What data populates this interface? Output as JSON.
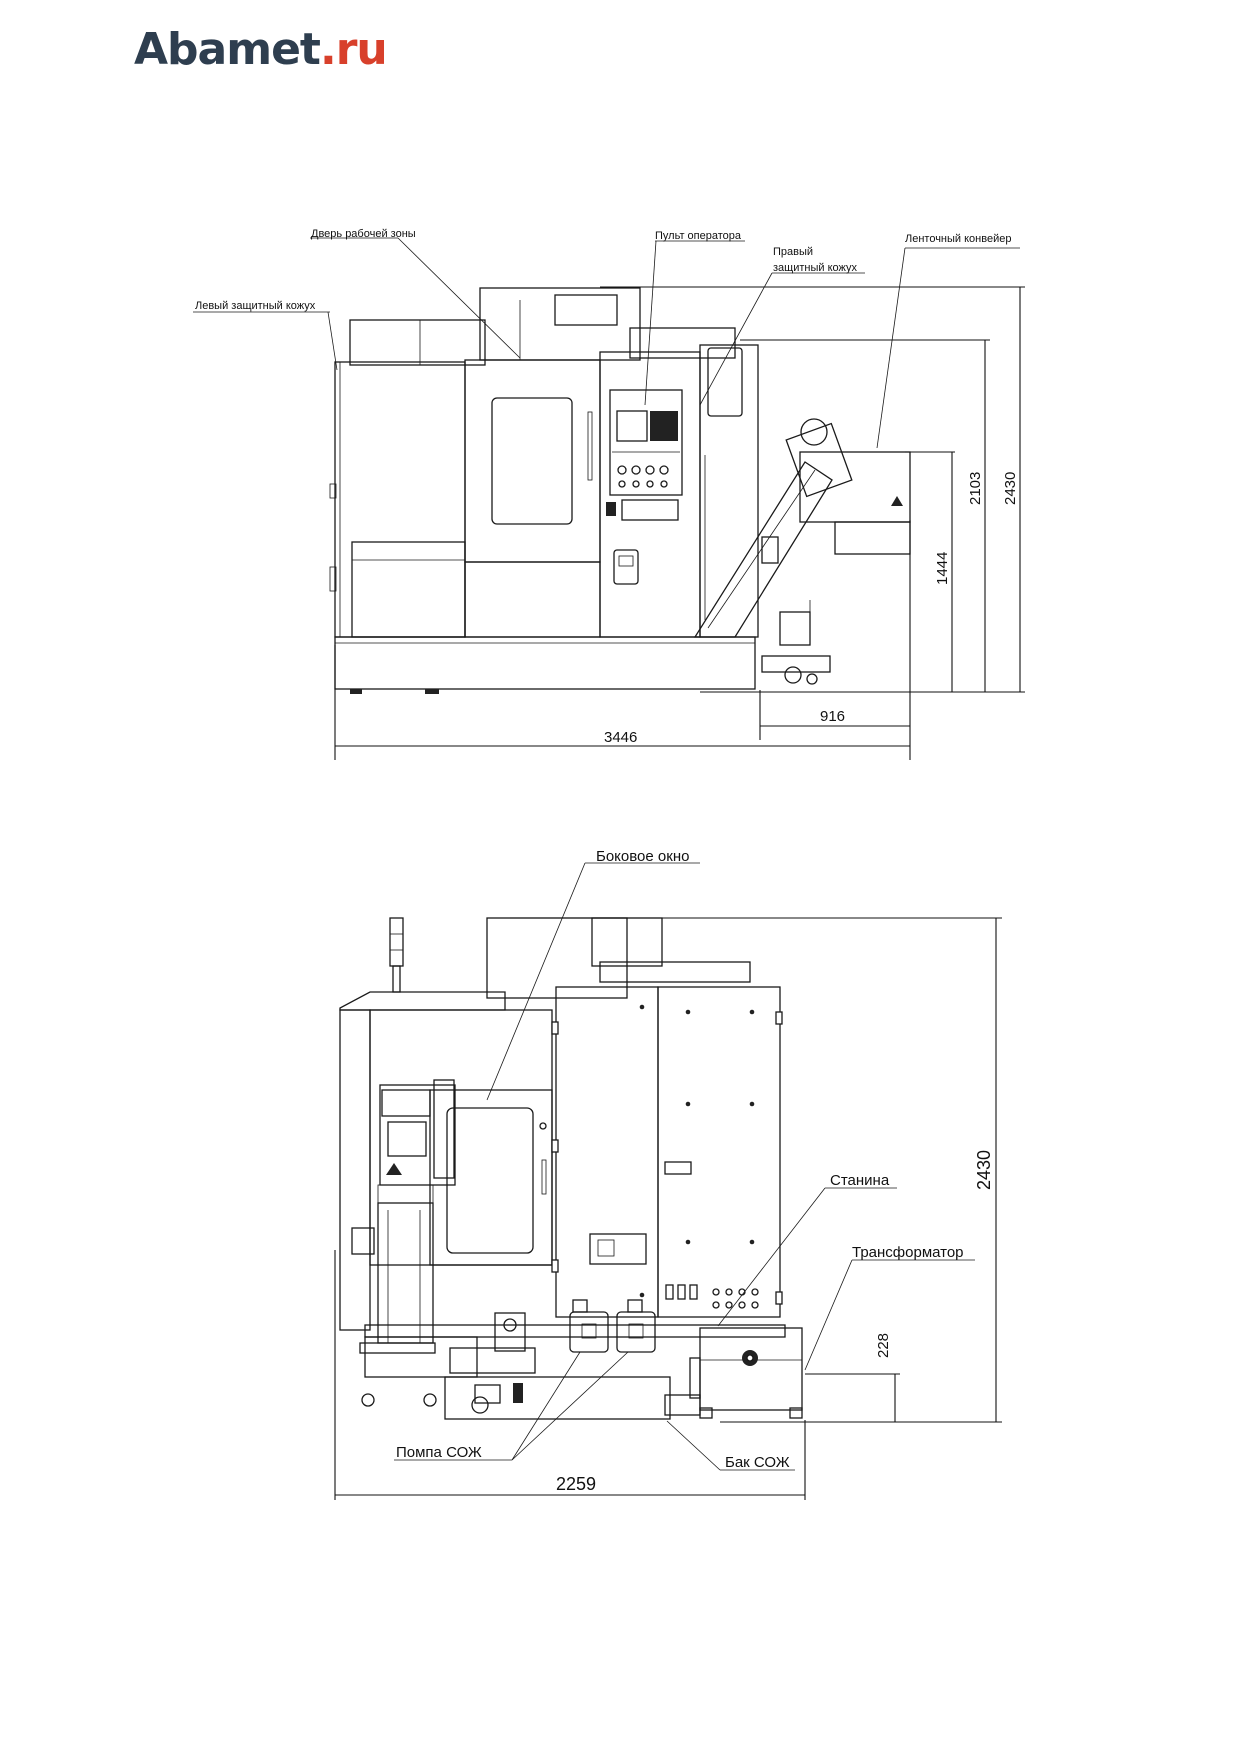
{
  "logo": {
    "brand": "Abamet",
    "dot": ".",
    "tld": "ru"
  },
  "front_view": {
    "callouts": {
      "work_door": "Дверь рабочей зоны",
      "operator_panel": "Пульт оператора",
      "right_guard_line1": "Правый",
      "right_guard_line2": "защитный кожух",
      "conveyor": "Ленточный конвейер",
      "left_guard": "Левый защитный кожух"
    },
    "dimensions": {
      "h_2103": "2103",
      "h_2430": "2430",
      "h_1444": "1444",
      "w_916": "916",
      "w_3446": "3446"
    }
  },
  "side_view": {
    "callouts": {
      "side_window": "Боковое окно",
      "bed": "Станина",
      "transformer": "Трансформатор",
      "coolant_pump": "Помпа СОЖ",
      "coolant_tank": "Бак СОЖ"
    },
    "dimensions": {
      "h_2430": "2430",
      "h_228": "228",
      "w_2259": "2259"
    }
  }
}
